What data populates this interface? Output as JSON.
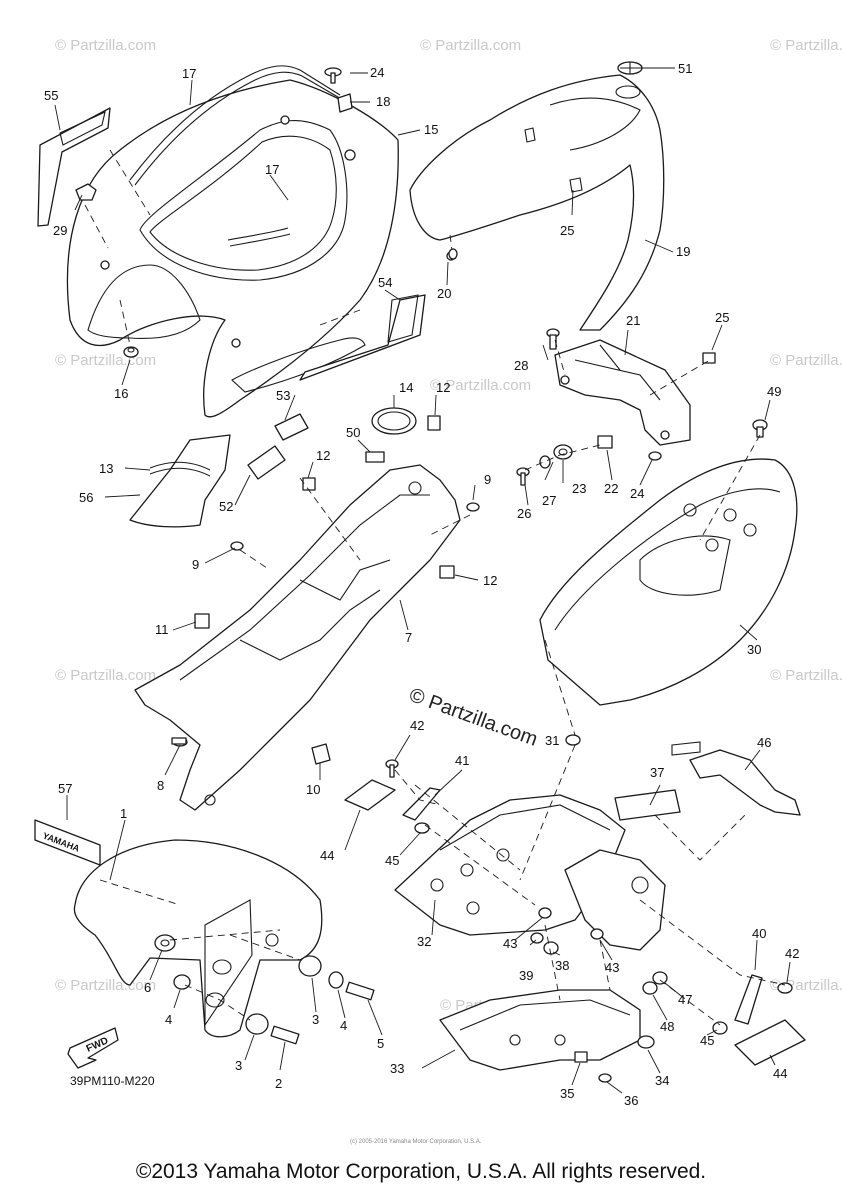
{
  "diagram": {
    "code": "39PM110-M220",
    "fwd_label": "FWD",
    "decal_text": "YAMAHA",
    "center_watermark": "© Partzilla.com",
    "watermark_text": "© Partzilla.com",
    "small_notice": "(c) 2005-2016 Yamaha Motor Corporation, U.S.A."
  },
  "callouts": {
    "c1": "1",
    "c2": "2",
    "c3a": "3",
    "c3b": "3",
    "c4a": "4",
    "c4b": "4",
    "c5": "5",
    "c6": "6",
    "c7": "7",
    "c8": "8",
    "c9a": "9",
    "c9b": "9",
    "c10": "10",
    "c11": "11",
    "c12a": "12",
    "c12b": "12",
    "c12c": "12",
    "c13": "13",
    "c14": "14",
    "c15": "15",
    "c16": "16",
    "c17a": "17",
    "c17b": "17",
    "c18": "18",
    "c19": "19",
    "c20": "20",
    "c21": "21",
    "c22": "22",
    "c23": "23",
    "c24a": "24",
    "c24b": "24",
    "c25a": "25",
    "c25b": "25",
    "c26": "26",
    "c27": "27",
    "c28": "28",
    "c29": "29",
    "c30": "30",
    "c31": "31",
    "c32": "32",
    "c33": "33",
    "c34": "34",
    "c35": "35",
    "c36": "36",
    "c37": "37",
    "c38": "38",
    "c39": "39",
    "c40": "40",
    "c41": "41",
    "c42a": "42",
    "c42b": "42",
    "c43a": "43",
    "c43b": "43",
    "c44a": "44",
    "c44b": "44",
    "c45a": "45",
    "c45b": "45",
    "c46": "46",
    "c47": "47",
    "c48": "48",
    "c49": "49",
    "c50": "50",
    "c51": "51",
    "c52": "52",
    "c53": "53",
    "c54": "54",
    "c55": "55",
    "c56": "56",
    "c57": "57"
  },
  "footer": {
    "copyright": "©2013 Yamaha Motor Corporation, U.S.A. All rights reserved."
  }
}
